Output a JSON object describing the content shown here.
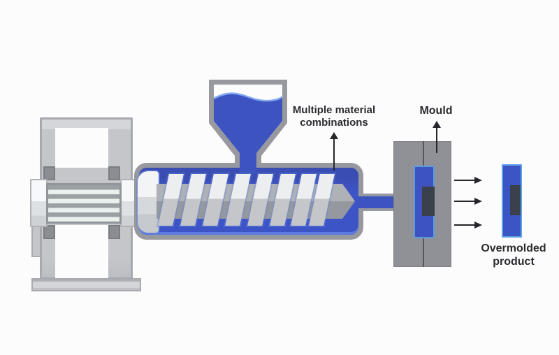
{
  "diagram": {
    "type": "process-diagram",
    "subject": "overmolding-injection-machine",
    "labels": {
      "materials_line1": "Multiple material",
      "materials_line2": "combinations",
      "mould": "Mould",
      "product_line1": "Overmolded",
      "product_line2": "product"
    },
    "components": [
      "drive-unit",
      "drive-shaft",
      "hopper",
      "barrel",
      "reciprocating-screw",
      "nozzle",
      "mould",
      "mould-cavity",
      "moulded-insert",
      "overmolded-product"
    ],
    "flow_arrows_count": 3,
    "colors": {
      "background": "#FCFCFD",
      "material_blue": "#3C53C0",
      "product_blue": "#3C55C4",
      "accent_light_blue": "#5FA0E8",
      "outline_gray": "#97999E",
      "machine_light_gray": "#C4C6CA",
      "mould_gray": "#8F9197",
      "insert_dark_gray": "#3A414C",
      "arrow_black": "#26262A",
      "text_dark": "#2B2B2F"
    }
  }
}
